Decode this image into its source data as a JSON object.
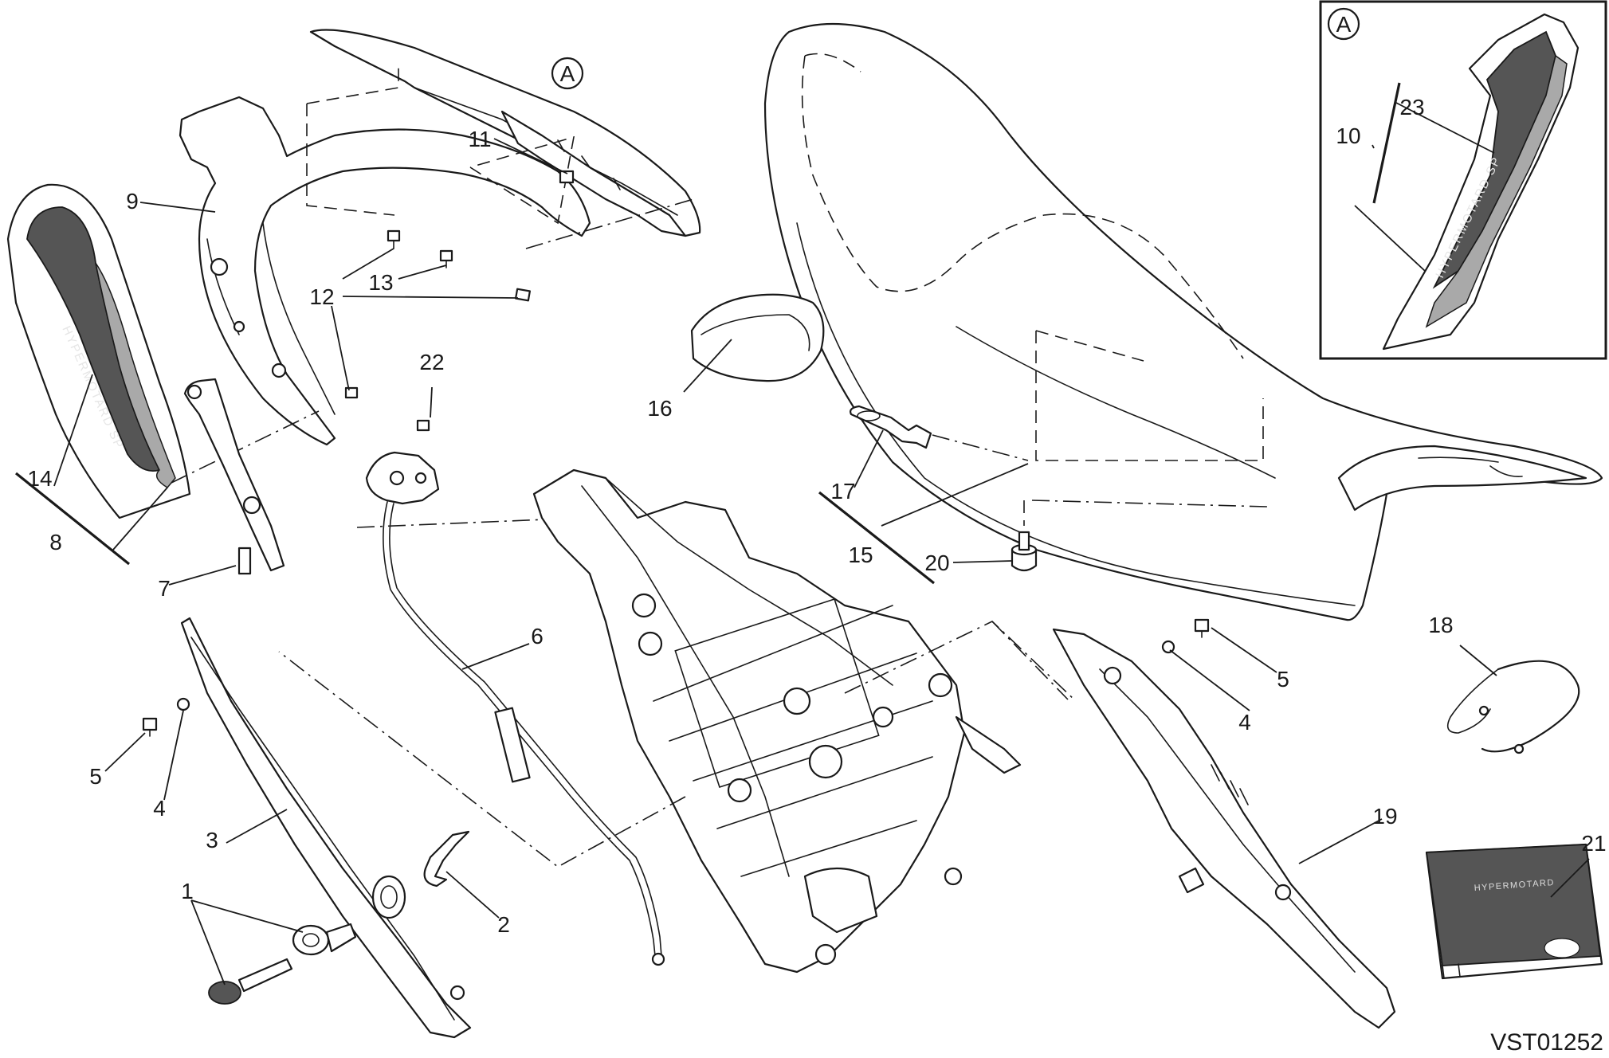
{
  "diagram_code": "VST01252",
  "detail_marker": "A",
  "decal_text": "HYPERMOTARD SP",
  "manual_text": "HYPERMOTARD",
  "callouts": [
    "1",
    "2",
    "3",
    "4",
    "4",
    "5",
    "5",
    "6",
    "7",
    "8",
    "9",
    "10",
    "11",
    "12",
    "13",
    "14",
    "15",
    "16",
    "17",
    "18",
    "19",
    "20",
    "21",
    "22",
    "23"
  ]
}
